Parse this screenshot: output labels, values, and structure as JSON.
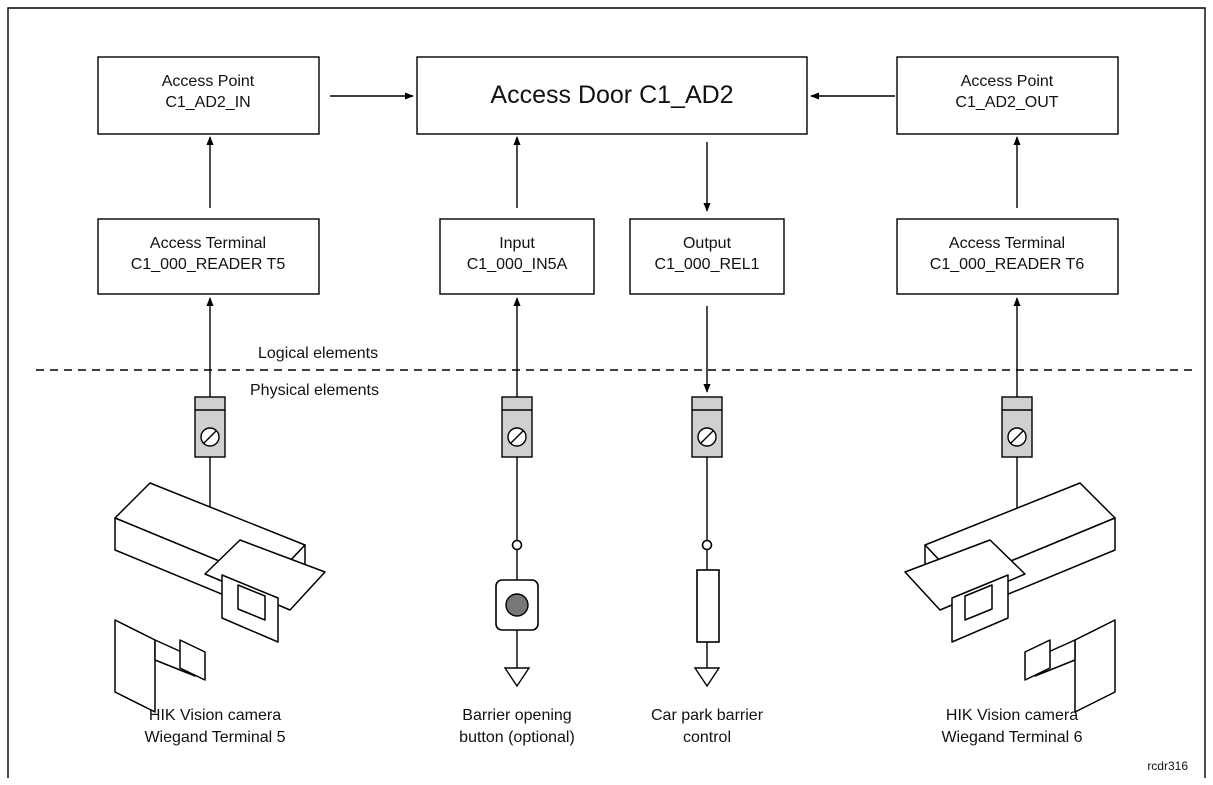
{
  "nodes": {
    "ap_in": {
      "line1": "Access Point",
      "line2": "C1_AD2_IN"
    },
    "door": {
      "line1": "Access Door C1_AD2"
    },
    "ap_out": {
      "line1": "Access Point",
      "line2": "C1_AD2_OUT"
    },
    "at_t5": {
      "line1": "Access Terminal",
      "line2": "C1_000_READER T5"
    },
    "input": {
      "line1": "Input",
      "line2": "C1_000_IN5A"
    },
    "output": {
      "line1": "Output",
      "line2": "C1_000_REL1"
    },
    "at_t6": {
      "line1": "Access Terminal",
      "line2": "C1_000_READER T6"
    }
  },
  "divider": {
    "top_label": "Logical elements",
    "bottom_label": "Physical elements"
  },
  "devices": {
    "camera_left": {
      "line1": "HIK Vision camera",
      "line2": "Wiegand Terminal 5"
    },
    "button": {
      "line1": "Barrier opening",
      "line2": "button (optional)"
    },
    "barrier": {
      "line1": "Car park barrier",
      "line2": "control"
    },
    "camera_right": {
      "line1": "HIK Vision camera",
      "line2": "Wiegand Terminal 6"
    }
  },
  "footer": {
    "code": "rcdr316"
  },
  "colors": {
    "terminal_fill": "#d0d0d0",
    "button_fill": "#777777",
    "line": "#000000"
  }
}
